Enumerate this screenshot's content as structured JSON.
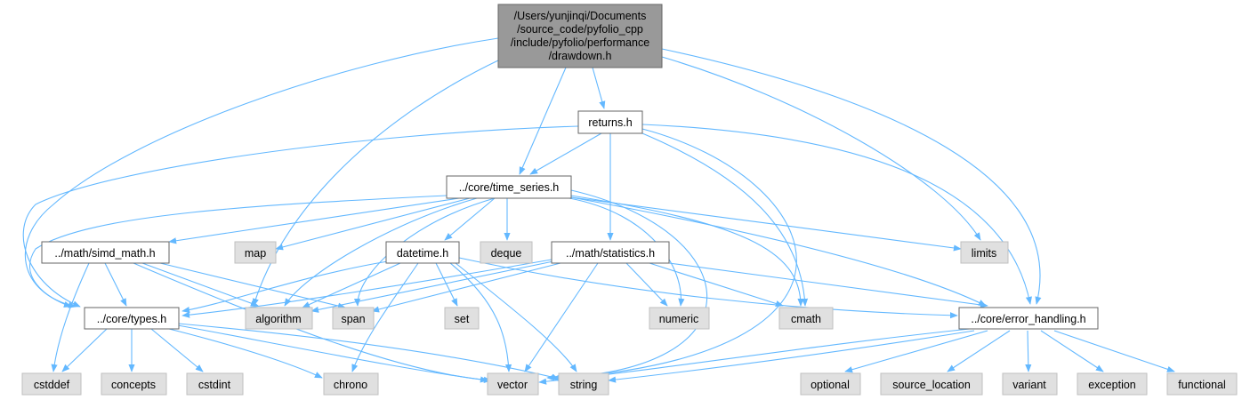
{
  "diagram": {
    "root": {
      "lines": [
        "/Users/yunjinqi/Documents",
        "/source_code/pyfolio_cpp",
        "/include/pyfolio/performance",
        "/drawdown.h"
      ]
    },
    "nodes": {
      "returns": "returns.h",
      "time_series": "../core/time_series.h",
      "simd_math": "../math/simd_math.h",
      "map": "map",
      "datetime": "datetime.h",
      "deque": "deque",
      "statistics": "../math/statistics.h",
      "limits": "limits",
      "types": "../core/types.h",
      "algorithm": "algorithm",
      "span": "span",
      "set": "set",
      "numeric": "numeric",
      "cmath": "cmath",
      "error_handling": "../core/error_handling.h",
      "cstddef": "cstddef",
      "concepts": "concepts",
      "cstdint": "cstdint",
      "chrono": "chrono",
      "vector": "vector",
      "string": "string",
      "optional": "optional",
      "source_location": "source_location",
      "variant": "variant",
      "exception": "exception",
      "functional": "functional"
    },
    "colors": {
      "edge": "#63b8ff",
      "root_fill": "#999999",
      "file_fill": "#ffffff",
      "std_fill": "#e0e0e0"
    }
  }
}
